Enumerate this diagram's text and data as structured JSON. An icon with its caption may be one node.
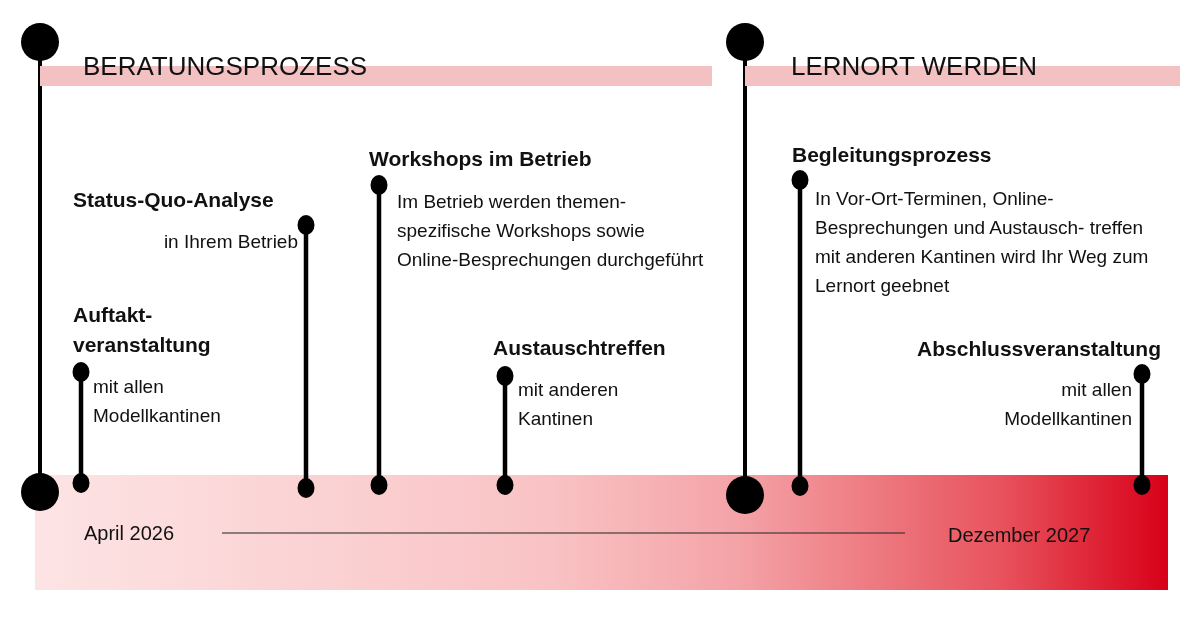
{
  "diagram": {
    "nodes": [
      {
        "text": [
          "BERATUNGSPROZESS"
        ]
      },
      {
        "text": [
          "LERNORT WERDEN"
        ]
      },
      {
        "text": [
          "Status-Quo-Analyse",
          "in Ihrem Betrieb"
        ]
      },
      {
        "text": [
          "Auftakt- veranstaltung",
          "mit allen Modellkantinen"
        ]
      },
      {
        "text": [
          "Workshops im Betrieb",
          "Im Betrieb werden themen- spezifische Workshops sowie Online-Besprechungen durchgeführt"
        ]
      },
      {
        "text": [
          "Austauschtreffen",
          "mit anderen Kantinen"
        ]
      },
      {
        "text": [
          "Begleitungsprozess",
          "In Vor-Ort-Terminen, Online- Besprechungen und Austausch- treffen mit anderen Kantinen wird Ihr Weg zum Lernort geebnet"
        ]
      },
      {
        "text": [
          "Abschlussveranstaltung",
          "mit allen Modellkantinen"
        ]
      }
    ],
    "labels": [
      "April 2026",
      "Dezember 2027"
    ]
  }
}
